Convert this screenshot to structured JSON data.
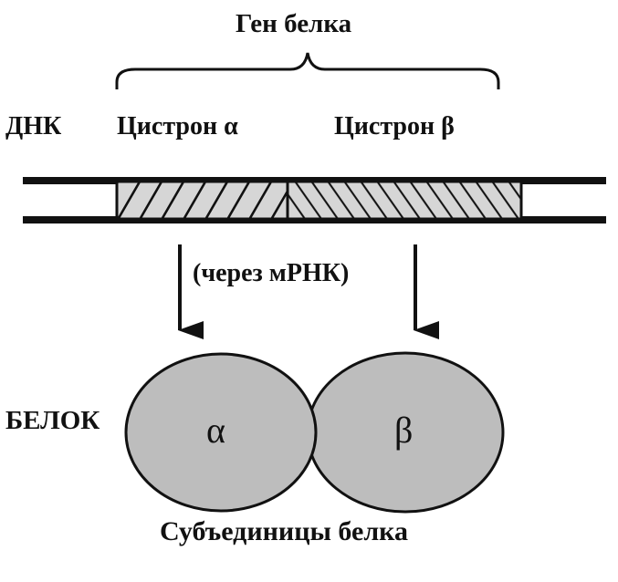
{
  "gene_label": "Ген белка",
  "dna_label": "ДНК",
  "cistron_alpha_label": "Цистрон α",
  "cistron_beta_label": "Цистрон β",
  "via_mrna_label": "(через мРНК)",
  "protein_label": "БЕЛОК",
  "subunit_alpha_label": "α",
  "subunit_beta_label": "β",
  "subunits_caption": "Субъединицы белка",
  "colors": {
    "ink": "#111111",
    "segment_fill": "#d6d6d6",
    "subunit_fill": "#bdbdbd"
  }
}
